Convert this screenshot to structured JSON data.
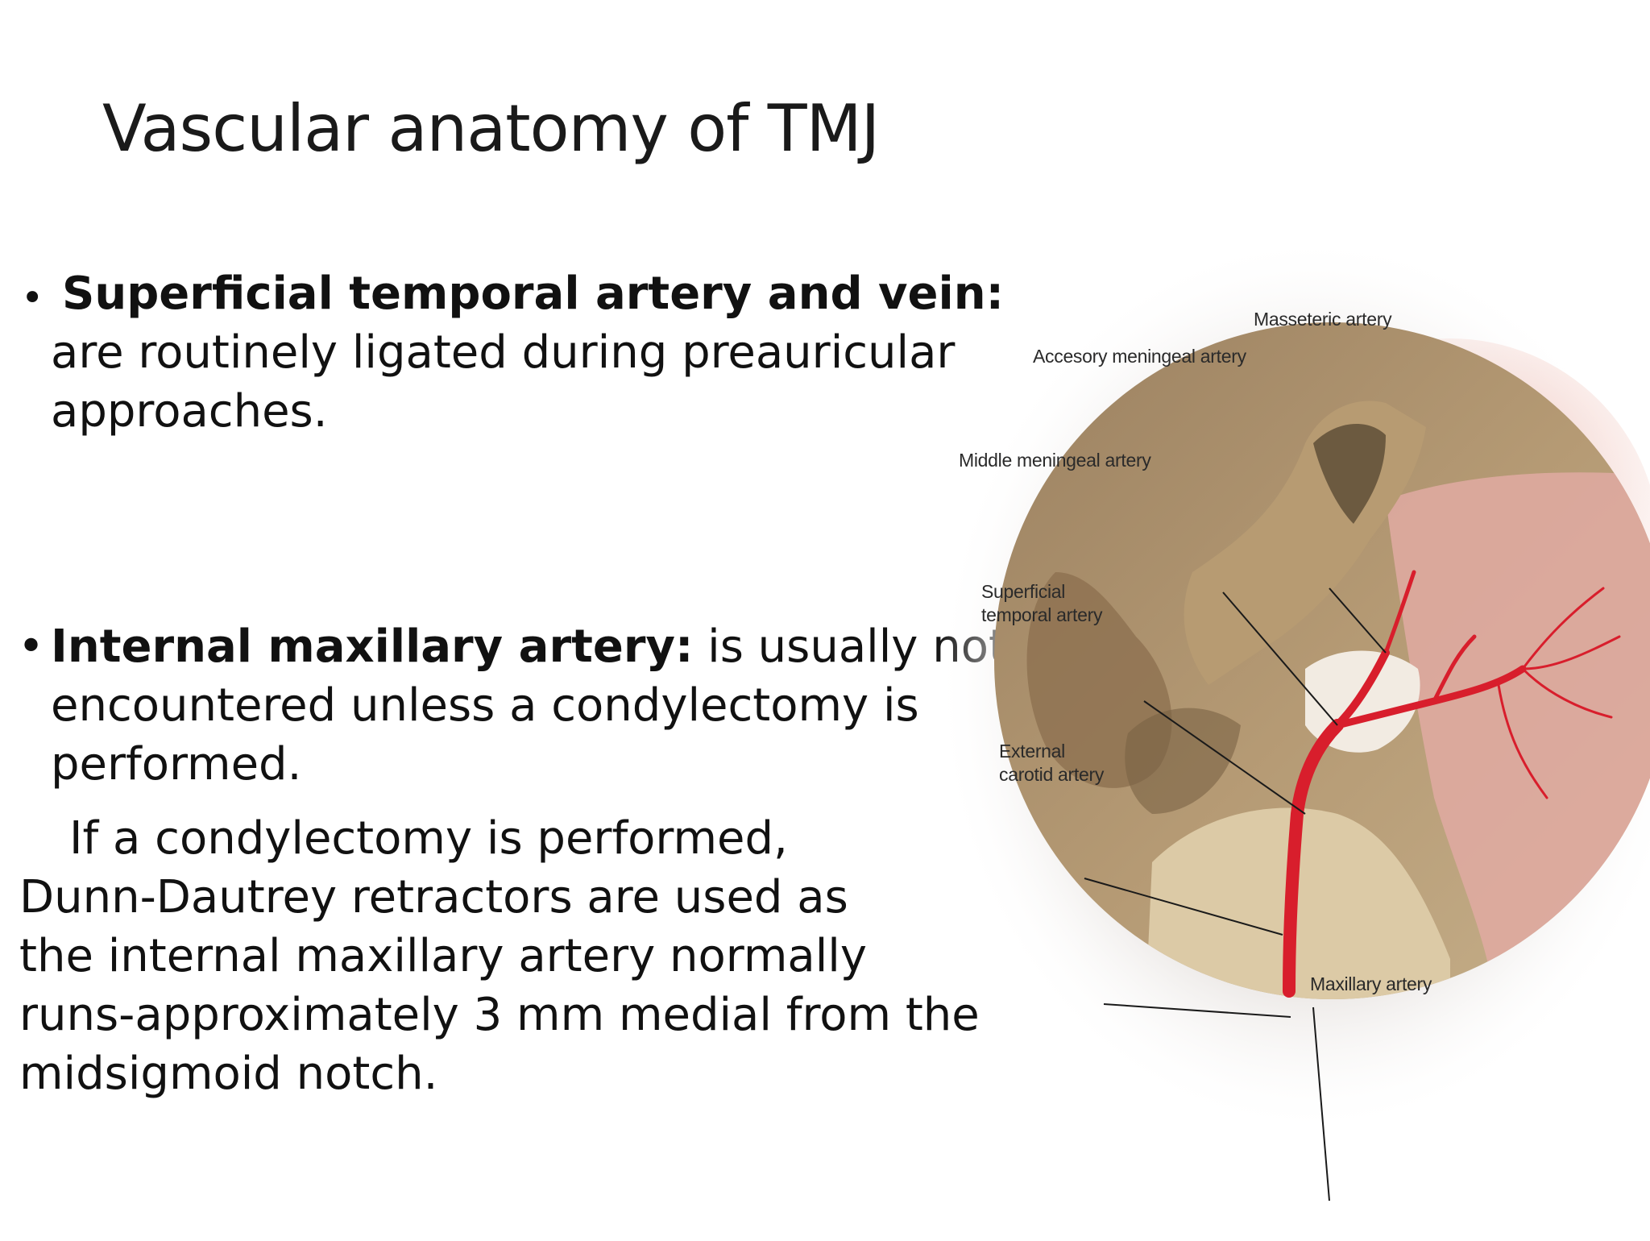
{
  "slide": {
    "title": "Vascular anatomy of TMJ",
    "bullet_symbol": "•",
    "point1": {
      "heading": "Superficial temporal artery and vein:",
      "line2": "are routinely ligated during preauricular",
      "line3": "approaches."
    },
    "point2": {
      "heading": "Internal maxillary artery:",
      "tail": " is usually not",
      "line2": "encountered unless a condylectomy is",
      "line3": "performed."
    },
    "paragraph": {
      "line1": "If a condylectomy is performed,",
      "line2": "Dunn-Dautrey retractors are used as",
      "line3": "the  internal maxillary artery normally",
      "line4": "runs-approximately 3 mm medial from the",
      "line5": "midsigmoid notch."
    }
  },
  "figure": {
    "labels": {
      "masseteric": "Masseteric artery",
      "accessory": "Accesory meningeal artery",
      "middle": "Middle meningeal artery",
      "superficial1": "Superficial",
      "superficial2": "temporal artery",
      "external1": "External",
      "external2": "carotid artery",
      "maxillary": "Maxillary artery"
    },
    "colors": {
      "artery": "#d81e2c",
      "bone": "#a8895a",
      "muscle": "#e3a8a3"
    }
  }
}
